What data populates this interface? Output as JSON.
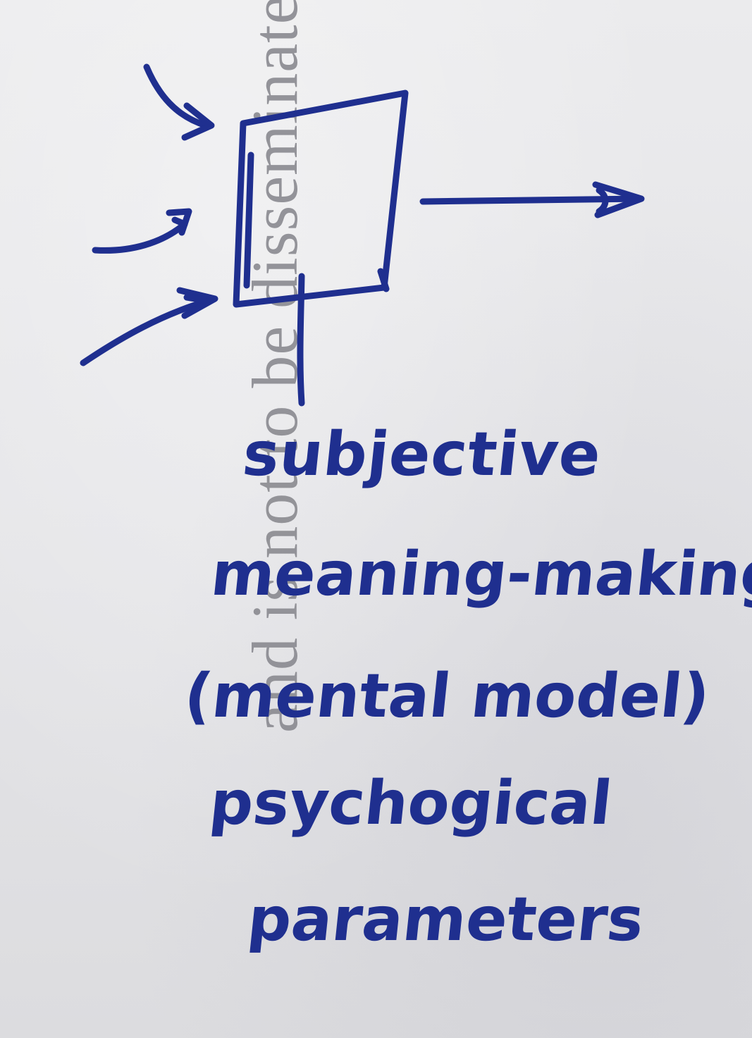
{
  "background_text": "and is not to be disseminated",
  "handwriting": {
    "line1": "subjective",
    "line2": "meaning-making.",
    "line3": "(mental model)",
    "line4": "psychogical",
    "line5": "parameters"
  },
  "colors": {
    "ink": "#1f2f8f",
    "paper": "#e6e6e8",
    "printed_text": "#8a8a90"
  }
}
